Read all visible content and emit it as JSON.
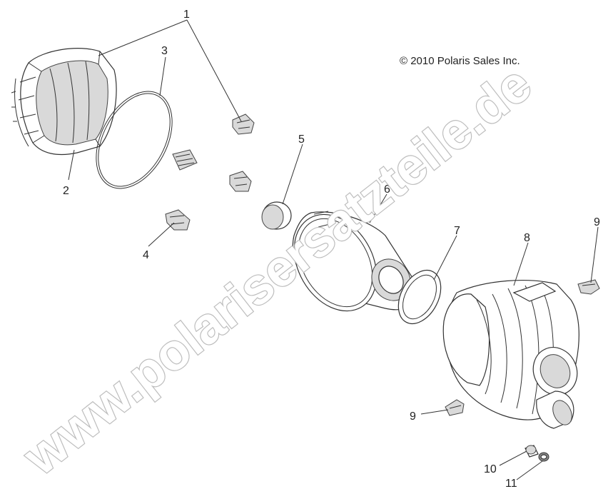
{
  "copyright": "© 2010 Polaris Sales Inc.",
  "watermark": "www.polarisersatzteile.de",
  "callouts": [
    "1",
    "2",
    "3",
    "4",
    "5",
    "6",
    "7",
    "8",
    "9",
    "9",
    "10",
    "11"
  ]
}
